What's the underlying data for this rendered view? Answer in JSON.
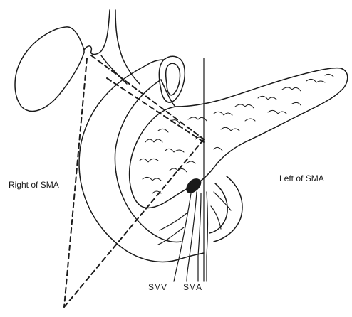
{
  "labels": {
    "right_of_sma": "Right of SMA",
    "left_of_sma": "Left of SMA",
    "smv": "SMV",
    "sma": "SMA"
  },
  "colors": {
    "ink": "#1a1a1a",
    "background": "#ffffff"
  }
}
